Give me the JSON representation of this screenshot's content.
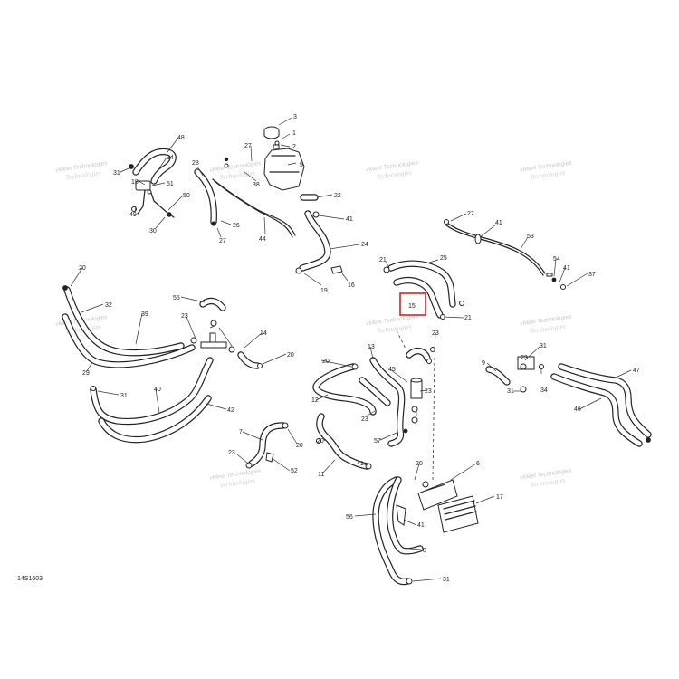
{
  "figure_id": "14S1603",
  "watermark_line1": "vMeet Technologies",
  "watermark_line2": "Technologies",
  "highlight_color": "#e02020",
  "highlighted_callout": "15",
  "callouts": {
    "c1": "1",
    "c2": "2",
    "c3": "3",
    "c5": "5",
    "c6": "6",
    "c7": "7",
    "c8": "8",
    "c9": "9",
    "c11": "11",
    "c12": "12",
    "c13": "13",
    "c14": "14",
    "c15": "15",
    "c16": "16",
    "c17": "17",
    "c18": "18",
    "c19": "19",
    "c20a": "20",
    "c20b": "20",
    "c20c": "20",
    "c20d": "20",
    "c20e": "20",
    "c21a": "21",
    "c21b": "21",
    "c22": "22",
    "c23a": "23",
    "c23b": "23",
    "c23c": "23",
    "c23d": "23",
    "c23e": "23",
    "c24": "24",
    "c25": "25",
    "c26": "26",
    "c27a": "27",
    "c27b": "27",
    "c27c": "27",
    "c28": "28",
    "c29": "29",
    "c30": "30",
    "c31a": "31",
    "c31b": "31",
    "c31c": "31",
    "c31d": "31",
    "c31e": "31",
    "c32": "32",
    "c34a": "34",
    "c34b": "34",
    "c37": "37",
    "c38": "38",
    "c39": "39",
    "c40": "40",
    "c41a": "41",
    "c41b": "41",
    "c41c": "41",
    "c42": "42",
    "c44": "44",
    "c45": "45",
    "c46": "46",
    "c47": "47",
    "c48": "48",
    "c49": "49",
    "c50": "50",
    "c51": "51",
    "c52": "52",
    "c53": "53",
    "c54": "54",
    "c55": "55",
    "c56": "56",
    "c57": "57"
  }
}
